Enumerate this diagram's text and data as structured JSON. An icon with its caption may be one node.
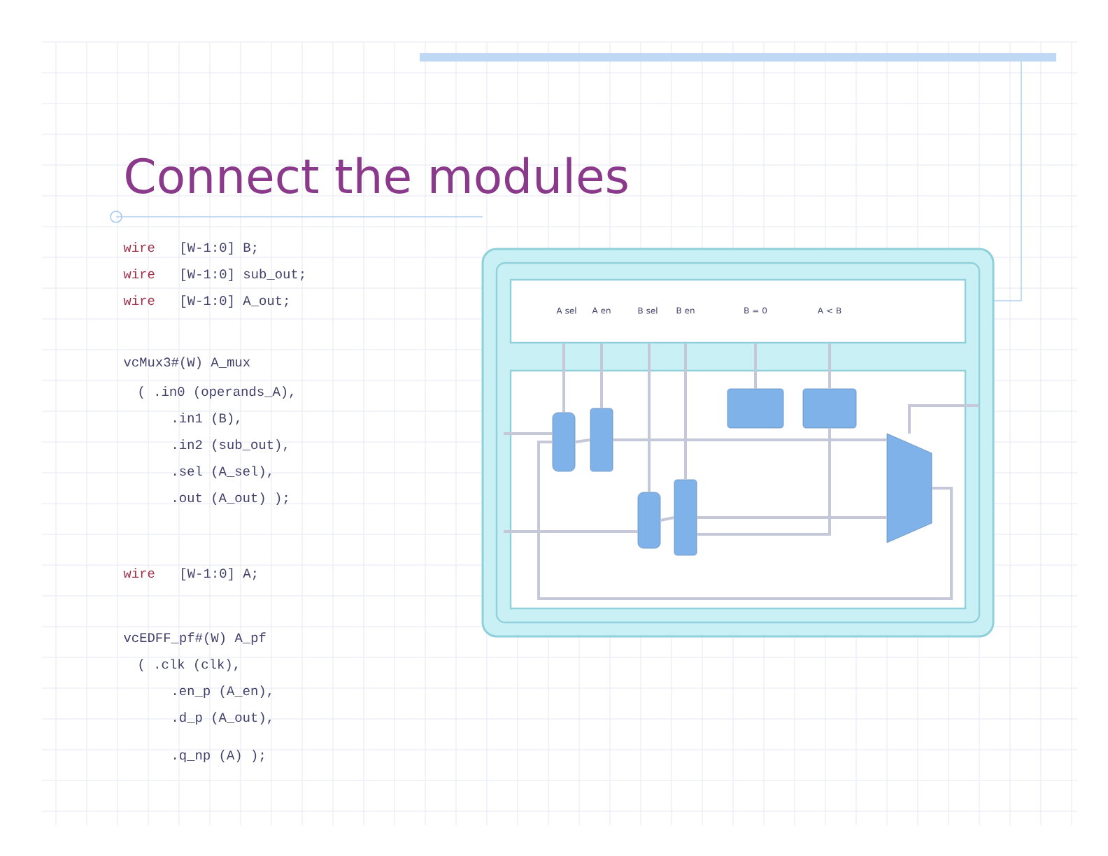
{
  "diagram": {
    "title": "Connect the modules",
    "nodes": [
      {
        "text": [],
        "shape": "box"
      },
      {
        "text": [],
        "shape": "box",
        "in": 0
      },
      {
        "text": [],
        "shape": "box",
        "in": 0
      },
      {
        "text": [],
        "shape": "box",
        "in": 2
      },
      {
        "text": [],
        "shape": "box",
        "in": 2
      },
      {
        "text": [],
        "shape": "box",
        "in": 2
      },
      {
        "text": [],
        "shape": "box",
        "in": 2
      },
      {
        "text": [],
        "shape": "box",
        "in": 2
      },
      {
        "text": [],
        "shape": "box",
        "in": 2
      },
      {
        "text": [],
        "shape": "box",
        "in": 2
      }
    ],
    "edges": [
      {
        "from": 3,
        "to": 4,
        "arrow": "none"
      },
      {
        "from": 5,
        "to": 6,
        "arrow": "none"
      },
      {
        "from": 4,
        "to": 9,
        "arrow": "none"
      },
      {
        "from": 6,
        "to": 9,
        "arrow": "none"
      },
      {
        "from": 7,
        "to": 1,
        "arrow": "none"
      },
      {
        "from": 8,
        "to": 1,
        "arrow": "none"
      },
      {
        "from": 1,
        "to": 3,
        "arrow": "none"
      },
      {
        "from": 1,
        "to": 4,
        "arrow": "none"
      },
      {
        "from": 1,
        "to": 5,
        "arrow": "none"
      },
      {
        "from": 1,
        "to": 6,
        "arrow": "none"
      },
      {
        "from": 9,
        "to": 3,
        "arrow": "none"
      },
      {
        "from": 6,
        "to": 8,
        "arrow": "none"
      }
    ],
    "labels": [
      "wire",
      "[W-1:0] B;",
      "wire",
      "[W-1:0] sub_out;",
      "wire",
      "[W-1:0] A_out;",
      "vcMux3#(W) A_mux",
      "( .in0 (operands_A),",
      ".in1 (B),",
      ".in2 (sub_out),",
      ".sel (A_sel),",
      ".out (A_out) );",
      "wire",
      "[W-1:0] A;",
      "vcEDFF_pf#(W) A_pf",
      "( .clk (clk),",
      ".en_p (A_en),",
      ".d_p (A_out),",
      ".q_np (A) );",
      "A sel",
      "A en",
      "B sel",
      "B en",
      "B = 0",
      "A < B"
    ]
  }
}
